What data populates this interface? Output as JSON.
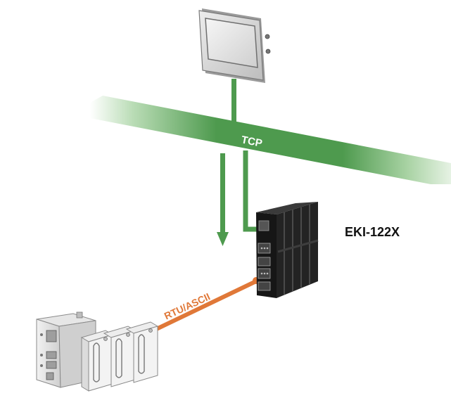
{
  "diagram": {
    "network_label": "TCP",
    "serial_label": "RTU/ASCII",
    "device_label": "EKI-122X"
  },
  "colors": {
    "network_green": "#4e9a4e",
    "serial_orange": "#e07838",
    "device_black": "#1c1c1c",
    "monitor_gray": "#d9d9d9"
  },
  "icons": {
    "hmi_monitor": "hmi-monitor-icon",
    "gateway": "gateway-icon",
    "plc": "plc-icon"
  }
}
